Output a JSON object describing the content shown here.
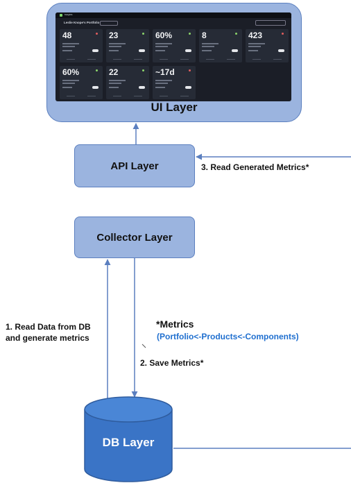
{
  "layers": {
    "ui": "UI Layer",
    "api": "API Layer",
    "collector": "Collector Layer",
    "db": "DB Layer"
  },
  "arrows": {
    "read_generated": "3. Read Generated  Metrics*",
    "read_data_line1": "1. Read Data from DB",
    "read_data_line2": "and generate metrics",
    "save": "2. Save Metrics*"
  },
  "metrics_note": {
    "heading": "*Metrics",
    "hierarchy": "(Portfolio<-Products<-Components)"
  },
  "dashboard": {
    "brand": "Insights",
    "title": "Leslie Knope's Portfolio",
    "metrics": [
      {
        "value": "48",
        "status_color": "#e05d5d"
      },
      {
        "value": "23",
        "status_color": "#8bd46b"
      },
      {
        "value": "60%",
        "status_color": "#8bd46b"
      },
      {
        "value": "8",
        "status_color": "#8bd46b"
      },
      {
        "value": "423",
        "status_color": "#e05d5d"
      },
      {
        "value": "60%",
        "status_color": "#8bd46b"
      },
      {
        "value": "22",
        "status_color": "#8bd46b"
      },
      {
        "value": "~17d",
        "status_color": "#e05d5d"
      }
    ]
  },
  "colors": {
    "box_fill": "#9bb4df",
    "box_border": "#5b7fbf",
    "db_fill": "#3a74c6",
    "connector": "#5b7fbf",
    "hierarchy_text": "#1f6fcf"
  }
}
